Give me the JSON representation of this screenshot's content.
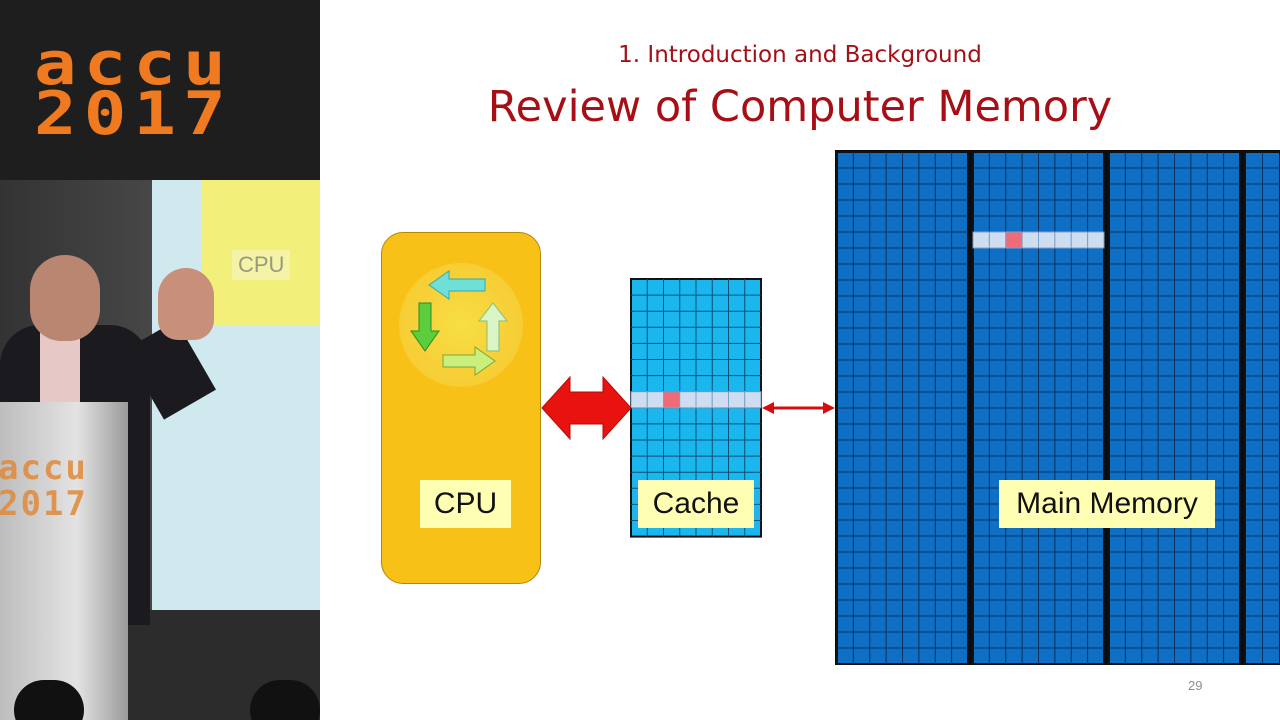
{
  "logo": {
    "word": "accu",
    "year": "2017"
  },
  "video": {
    "projected_cpu_label": "CPU",
    "podium_word": "accu",
    "podium_year": "2017"
  },
  "slide": {
    "section": "1. Introduction and Background",
    "title": "Review of Computer Memory",
    "page_number": "29",
    "cpu_label": "CPU",
    "cache_label": "Cache",
    "memory_label": "Main Memory"
  },
  "colors": {
    "title_red": "#a50f15",
    "cpu_yellow": "#f7c117",
    "cache_blue": "#1ab7ef",
    "memory_blue": "#0f6fc4",
    "highlight_row": "#cfddf0",
    "highlight_cell": "#ee6b7a",
    "arrow_red": "#e8120f",
    "label_bg": "#ffffb4",
    "logo_orange": "#f07a1f"
  },
  "icons": {
    "cpu": "cycle-arrows-icon",
    "cpu_cache_link": "double-headed-arrow-icon",
    "cache_memory_link": "thin-double-arrow-icon"
  }
}
